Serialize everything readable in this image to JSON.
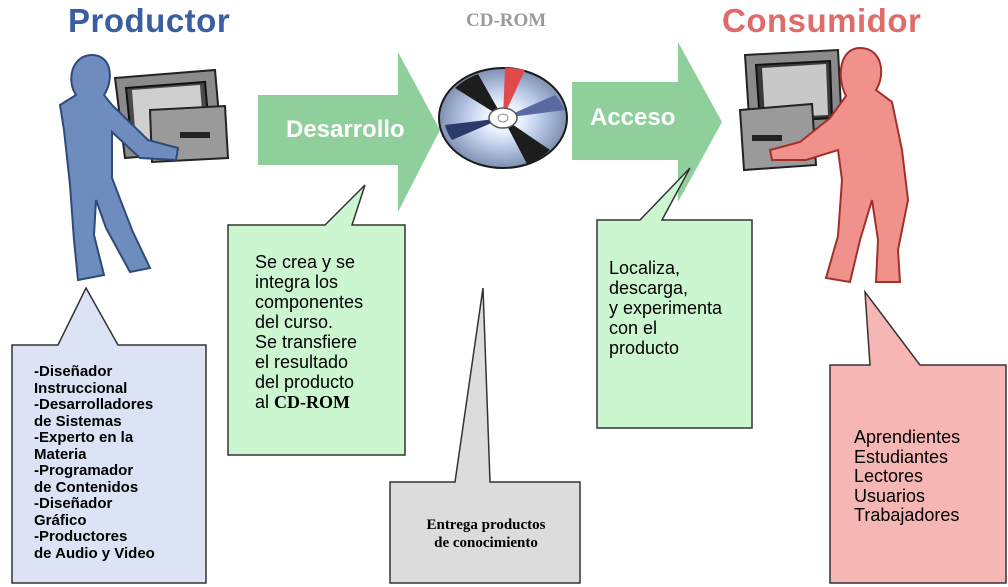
{
  "titles": {
    "producer": "Productor",
    "cdrom": "CD-ROM",
    "consumer": "Consumidor"
  },
  "arrows": {
    "development": "Desarrollo",
    "access": "Acceso"
  },
  "callouts": {
    "producer_roles": [
      "-Diseñador",
      "Instruccional",
      "-Desarrolladores",
      "de Sistemas",
      "-Experto en la",
      "Materia",
      "-Programador",
      "de Contenidos",
      "-Diseñador",
      "Gráfico",
      "-Productores",
      "de Audio y Video"
    ],
    "development_desc": [
      "Se crea y se",
      "integra los",
      "componentes",
      "del curso.",
      "Se transfiere",
      "el resultado",
      "del producto"
    ],
    "development_last_prefix": "al ",
    "development_last_bold": "CD-ROM",
    "access_desc": [
      "Localiza,",
      "descarga,",
      "y experimenta",
      "con el",
      "producto"
    ],
    "cd_desc": [
      "Entrega productos",
      "de conocimiento"
    ],
    "consumer_roles": [
      "Aprendientes",
      "Estudiantes",
      "Lectores",
      "Usuarios",
      "Trabajadores"
    ]
  },
  "colors": {
    "producer_blue": "#6f8cbe",
    "consumer_pink": "#f1918c",
    "arrow_green": "#8fcf9c",
    "box_green": "#ccf6cf",
    "box_blue": "#dbe3f4",
    "box_pink": "#f6b6b3",
    "box_gray": "#dcdcdc"
  }
}
